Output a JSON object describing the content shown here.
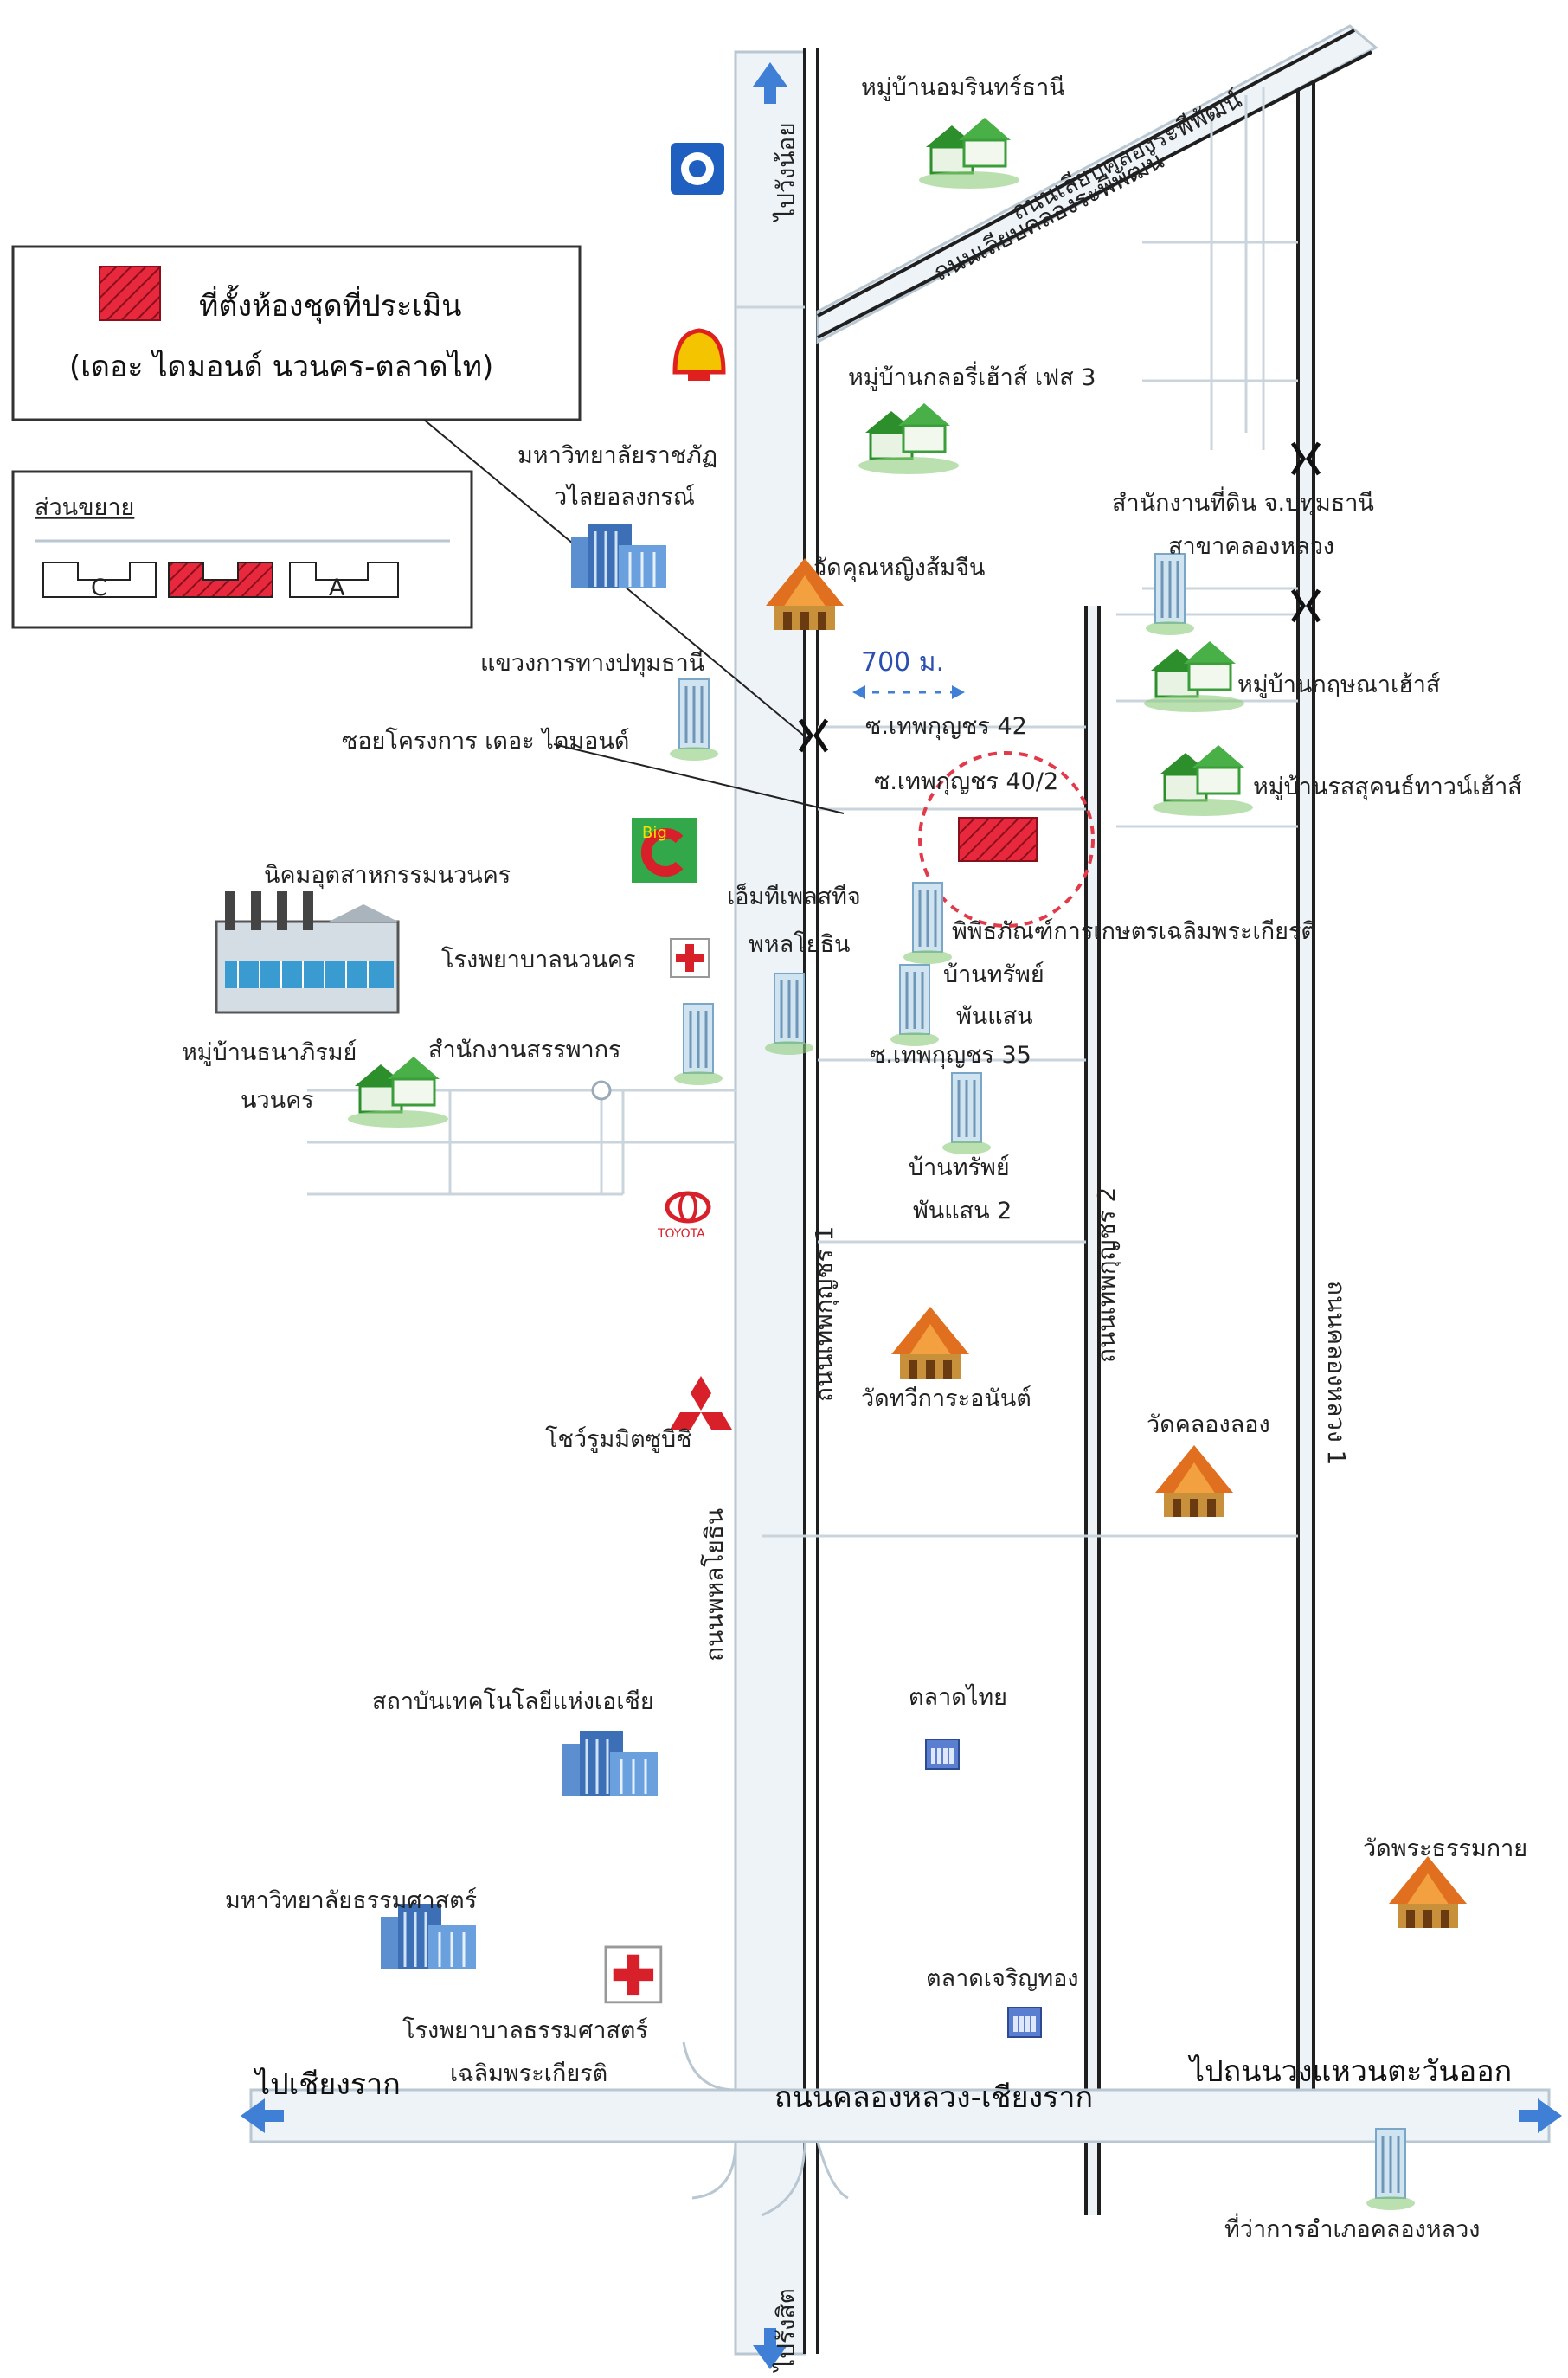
{
  "legend": {
    "site_line1": "ที่ตั้งห้องชุดที่ประเมิน",
    "site_line2": "(เดอะ ไดมอนด์ นวนคร-ตลาดไท)",
    "extension_title": "ส่วนขยาย",
    "block_c": "C",
    "block_a": "A"
  },
  "directions": {
    "to_wang_noi": "ไปวังน้อย",
    "to_rangsit": "ไปรังสิต",
    "to_chiang_rak": "ไปเชียงราก",
    "to_ring_road": "ไปถนนวงแหวนตะวันออก"
  },
  "roads": {
    "phahonyothin": "ถนนพหลโยธิน",
    "thep_kunchorn_1": "ถนนเทพกุญชร 1",
    "thep_kunchorn_2": "ถนนเทพกุญชร 2",
    "khlong_luang_1": "ถนนคลองหลวง 1",
    "khlong_luang_chiang_rak": "ถนนคลองหลวง-เชียงราก",
    "canal_road_1": "ถนนเลียบคลองระพีพัฒน์",
    "canal_road_2": "ถนนเลียบคลองระพีพัฒน์",
    "soi_42": "ซ.เทพกุญชร 42",
    "soi_40_2": "ซ.เทพกุญชร 40/2",
    "soi_35": "ซ.เทพกุญชร 35",
    "project_soi": "ซอยโครงการ เดอะ ไดมอนด์"
  },
  "distance_label": "700 ม.",
  "places": {
    "amarin": "หมู่บ้านอมรินทร์ธานี",
    "glory_house": "หมู่บ้านกลอรี่เฮ้าส์ เฟส 3",
    "valaya_line1": "มหาวิทยาลัยราชภัฏ",
    "valaya_line2": "วไลยอลงกรณ์",
    "wat_khun_ying": "วัดคุณหญิงส้มจีน",
    "highway_office": "แขวงการทางปทุมธานี",
    "land_office_line1": "สำนักงานที่ดิน จ.ปทุมธานี",
    "land_office_line2": "สาขาคลองหลวง",
    "kritsana_house": "หมู่บ้านกฤษณาเฮ้าส์",
    "rossukhon": "หมู่บ้านรสสุคนธ์ทาวน์เฮ้าส์",
    "nava_nakorn": "นิคมอุตสาหกรรมนวนคร",
    "mt_place_line1": "เอ็มทีเพลสทีจ",
    "mt_place_line2": "พหลโยธิน",
    "museum": "พิพิธภัณฑ์การเกษตรเฉลิมพระเกียรติ",
    "navanakorn_hospital": "โรงพยาบาลนวนคร",
    "baan_sap_line1": "บ้านทรัพย์",
    "baan_sap_line2": "พันแสน",
    "revenue_office": "สำนักงานสรรพากร",
    "thanarom_line1": "หมู่บ้านธนาภิรมย์",
    "thanarom_line2": "นวนคร",
    "baan_sap2_line1": "บ้านทรัพย์",
    "baan_sap2_line2": "พันแสน 2",
    "toyota": "TOYOTA",
    "wat_tri": "วัดทวีการะอนันต์",
    "wat_khlong": "วัดคลองลอง",
    "mitsubishi": "โชว์รูมมิตซูบิชิ",
    "ait": "สถาบันเทคโนโลยีแห่งเอเชีย",
    "talad_thai": "ตลาดไทย",
    "wat_phra_dhammakaya": "วัดพระธรรมกาย",
    "thammasat": "มหาวิทยาลัยธรรมศาสตร์",
    "talad_charoen": "ตลาดเจริญทอง",
    "tu_hospital_line1": "โรงพยาบาลธรรมศาสตร์",
    "tu_hospital_line2": "เฉลิมพระเกียรติ",
    "district_office": "ที่ว่าการอำเภอคลองหลวง"
  },
  "colors": {
    "road_fill": "#eef3f7",
    "road_edge": "#b9c7d2",
    "rail": "#1f1f1f",
    "site_red": "#e8283c",
    "site_ring": "#e23a4a",
    "arrow_blue": "#3f7fd6",
    "pt_green": "#2e9a3a",
    "shell_red": "#e01f1f",
    "shell_yellow": "#f5c400",
    "bigc_green": "#32a84a",
    "bigc_red": "#d8202a"
  },
  "icons": [
    "house-cluster-icon",
    "temple-icon",
    "building-icon",
    "office-tower-icon",
    "hospital-icon",
    "market-icon",
    "factory-icon",
    "ptt-logo-icon",
    "shell-logo-icon",
    "bigc-logo-icon",
    "toyota-logo-icon",
    "mitsubishi-logo-icon",
    "overpass-icon"
  ]
}
